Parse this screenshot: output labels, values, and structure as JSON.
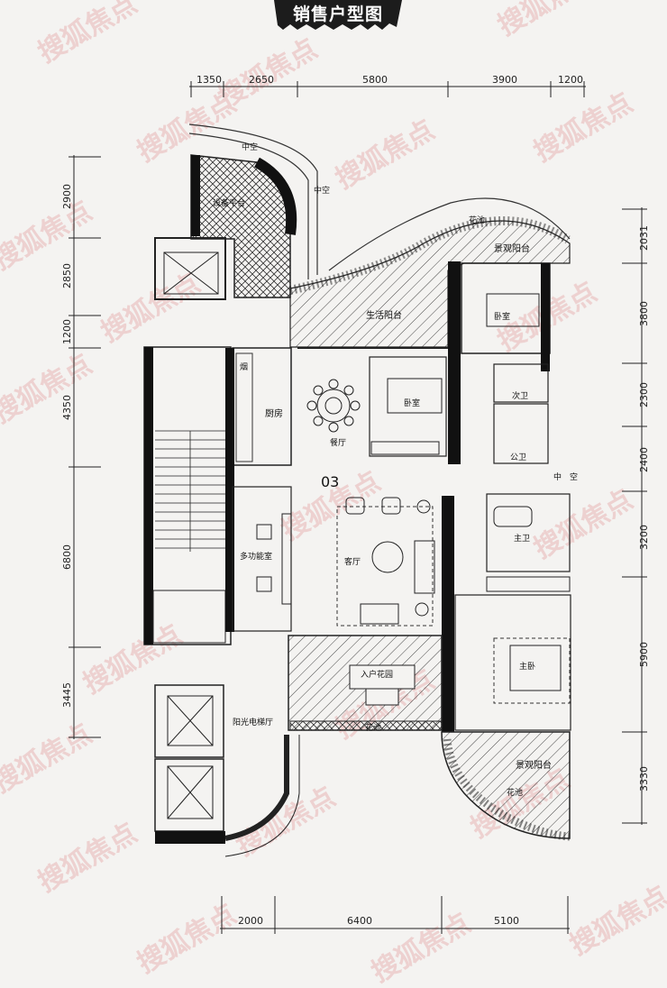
{
  "title": "销售户型图",
  "unit_label": "03",
  "dimensions": {
    "top": [
      "1350",
      "2650",
      "5800",
      "3900",
      "1200"
    ],
    "bottom": [
      "2000",
      "6400",
      "5100"
    ],
    "left": [
      "2900",
      "2850",
      "1200",
      "4350",
      "6800",
      "3445"
    ],
    "right": [
      "2031",
      "3800",
      "2300",
      "2400",
      "3200",
      "5900",
      "3330"
    ]
  },
  "rooms": {
    "void_top": "中空",
    "void_top2": "中空",
    "equipment_platform": "设备平台",
    "flower_bed_top": "花池",
    "view_balcony_top": "景观阳台",
    "service_balcony": "生活阳台",
    "bedroom": "卧室",
    "bedroom2": "卧室",
    "second_bath": "次卫",
    "public_bath": "公卫",
    "void_right": "中　空",
    "kitchen": "厨房",
    "flue": "烟",
    "dining": "餐厅",
    "multi_room": "多功能室",
    "living": "客厅",
    "master_bath": "主卫",
    "master_bedroom": "主卧",
    "entry_garden": "入户花园",
    "flower_bed_mid": "花池",
    "sun_elevator_hall": "阳光电梯厅",
    "view_balcony_bottom": "景观阳台",
    "flower_bed_bottom": "花池"
  },
  "watermark": "搜狐焦点"
}
